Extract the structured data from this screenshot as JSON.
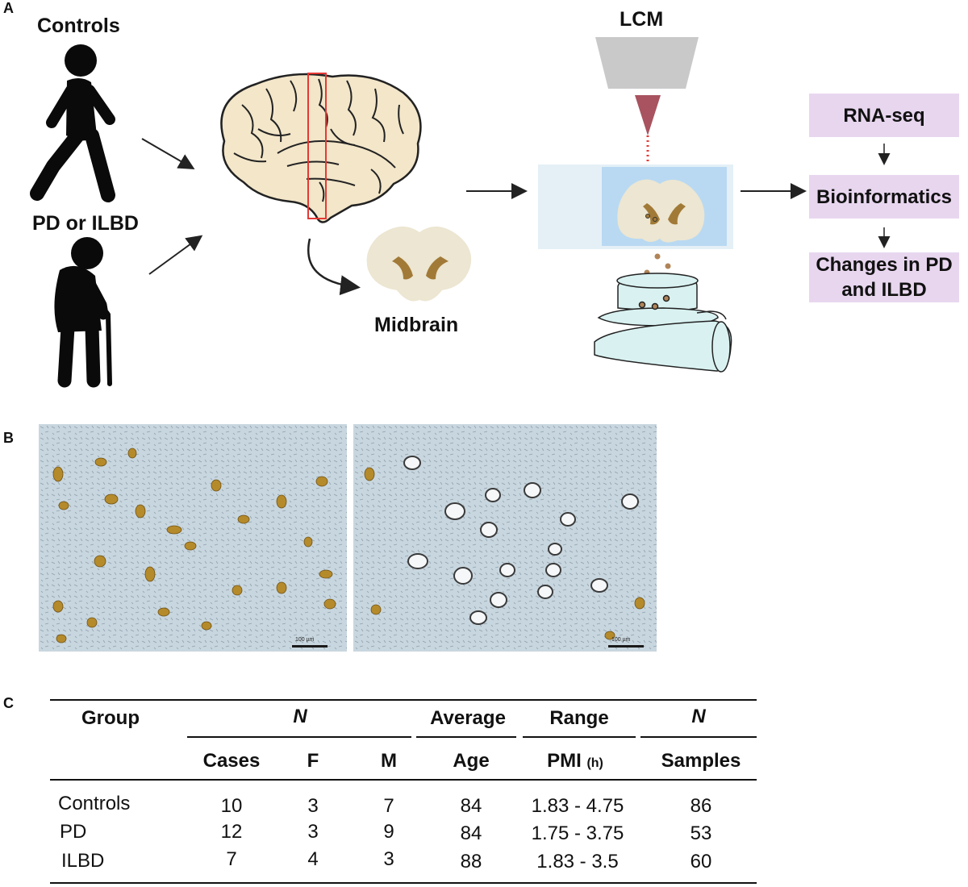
{
  "panels": {
    "a": "A",
    "b": "B",
    "c": "C"
  },
  "panel_a": {
    "controls_label": "Controls",
    "pd_label": "PD or ILBD",
    "midbrain_label": "Midbrain",
    "lcm_label": "LCM",
    "flow_boxes": [
      "RNA-seq",
      "Bioinformatics",
      "Changes in PD and ILBD"
    ],
    "colors": {
      "brain_fill": "#f3e6c9",
      "midbrain_fill": "#ece6d2",
      "neuromelanin": "#a27a37",
      "laser": "#a8535f",
      "slide": "#e4f0f6",
      "slide_window": "#b9d9f2",
      "box": "#e8d6ef",
      "highlight": "#e53935"
    }
  },
  "panel_b": {
    "scale_bar_left": "100 µm",
    "scale_bar_right": "100 µm"
  },
  "panel_c": {
    "header": {
      "group": "Group",
      "n": "N",
      "average": "Average",
      "range": "Range",
      "n_samples": "N",
      "cases": "Cases",
      "f": "F",
      "m": "M",
      "age": "Age",
      "pmi": "PMI",
      "pmi_unit": "(h)",
      "samples": "Samples"
    },
    "rows": [
      {
        "group": "Controls",
        "cases": "10",
        "f": "3",
        "m": "7",
        "age": "84",
        "pmi": "1.83 - 4.75",
        "samples": "86"
      },
      {
        "group": "PD",
        "cases": "12",
        "f": "3",
        "m": "9",
        "age": "84",
        "pmi": "1.75 - 3.75",
        "samples": "53"
      },
      {
        "group": "ILBD",
        "cases": "7",
        "f": "4",
        "m": "3",
        "age": "88",
        "pmi": "1.83 - 3.5",
        "samples": "60"
      }
    ]
  }
}
